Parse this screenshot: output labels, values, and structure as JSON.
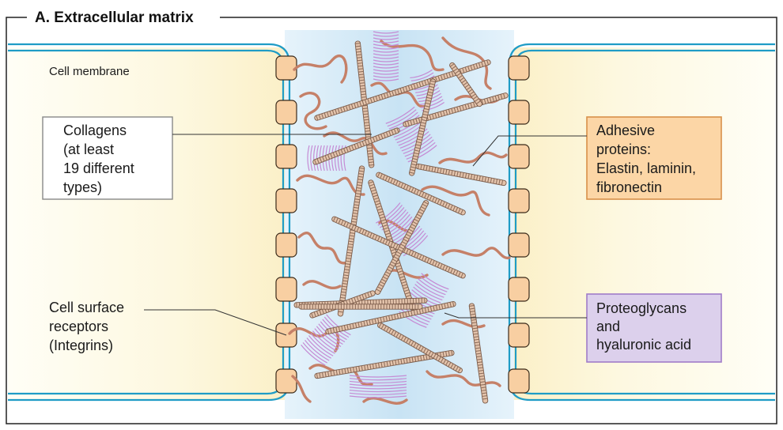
{
  "title": "A. Extracellular matrix",
  "labels": {
    "cell_membrane": "Cell membrane",
    "collagens": [
      "Collagens",
      "(at least",
      "19 different",
      "types)"
    ],
    "adhesive": [
      "Adhesive",
      "proteins:",
      "Elastin, laminin,",
      "fibronectin"
    ],
    "receptors": [
      "Cell surface",
      "receptors",
      "(Integrins)"
    ],
    "proteoglycans": [
      "Proteoglycans",
      "and",
      "hyaluronic acid"
    ]
  },
  "colors": {
    "membrane": "#1f9cc6",
    "matrix": "#d6ecf8",
    "cell_fill": "#fdf8e2",
    "integrin": "#f8cfa2",
    "collagen": "#d4ab8f",
    "elastin": "#c58068",
    "proteoglycan": "#c58bd4",
    "adhesive_box": "#fcd6a6",
    "proteoglycan_box": "#dcd0ec"
  }
}
